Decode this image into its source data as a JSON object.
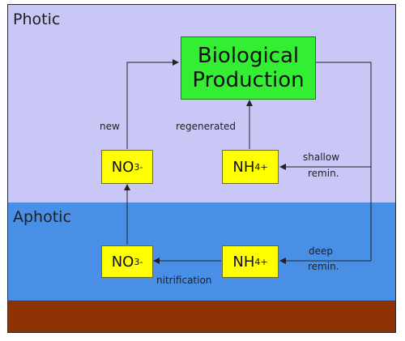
{
  "zones": {
    "photic": "Photic",
    "aphotic": "Aphotic"
  },
  "nodes": {
    "bio_line1": "Biological",
    "bio_line2": "Production",
    "no3_upper": {
      "base": "NO",
      "sub": "3",
      "sup": "-"
    },
    "nh4_upper": {
      "base": "NH",
      "sub": "4",
      "sup": "+"
    },
    "no3_lower": {
      "base": "NO",
      "sub": "3",
      "sup": "-"
    },
    "nh4_lower": {
      "base": "NH",
      "sub": "4",
      "sup": "+"
    }
  },
  "labels": {
    "new": "new",
    "regenerated": "regenerated",
    "shallow_line1": "shallow",
    "shallow_line2": "remin.",
    "deep_line1": "deep",
    "deep_line2": "remin.",
    "nitrification": "nitrification"
  },
  "colors": {
    "photic_bg": "#c9c7f5",
    "aphotic_bg": "#4a8fe6",
    "seafloor_bg": "#8f3203",
    "bio_box": "#33ee33",
    "nutrient_box": "#ffff00"
  }
}
